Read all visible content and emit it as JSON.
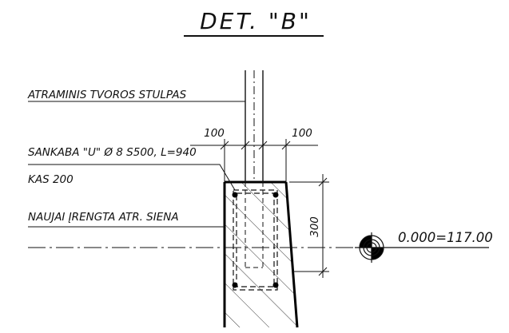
{
  "title": "DET. \"B\"",
  "labels": {
    "post": "ATRAMINIS TVOROS STULPAS",
    "bracket": "SANKABA \"U\" Ø 8 S500, L=940",
    "concrete": "KAS 200",
    "wall": "NAUJAI ĮRENGTA ATR. SIENA"
  },
  "dimensions": {
    "left_offset": "100",
    "right_offset": "100",
    "height": "300"
  },
  "level_mark": "0.000=117.00"
}
